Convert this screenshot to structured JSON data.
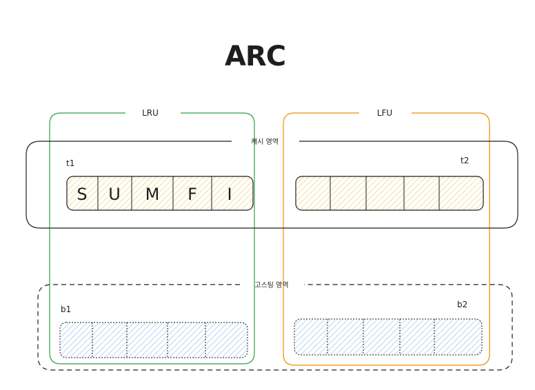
{
  "title": "ARC",
  "regions": {
    "lru_label": "LRU",
    "lfu_label": "LFU",
    "cache_label": "캐시 영역",
    "ghost_label": "고스팅 영역"
  },
  "lists": {
    "t1": {
      "label": "t1",
      "cells": [
        "S",
        "U",
        "M",
        "F",
        "I"
      ]
    },
    "t2": {
      "label": "t2",
      "cells": [
        "",
        "",
        "",
        "",
        ""
      ]
    },
    "b1": {
      "label": "b1",
      "cells": [
        "",
        "",
        "",
        "",
        ""
      ]
    },
    "b2": {
      "label": "b2",
      "cells": [
        "",
        "",
        "",
        "",
        ""
      ]
    }
  },
  "colors": {
    "lru_border": "#2f9e44",
    "lfu_border": "#f08c00",
    "cache_fill": "#fff3bf",
    "ghost_fill": "#d0ebff",
    "stroke": "#1e1e1e"
  }
}
